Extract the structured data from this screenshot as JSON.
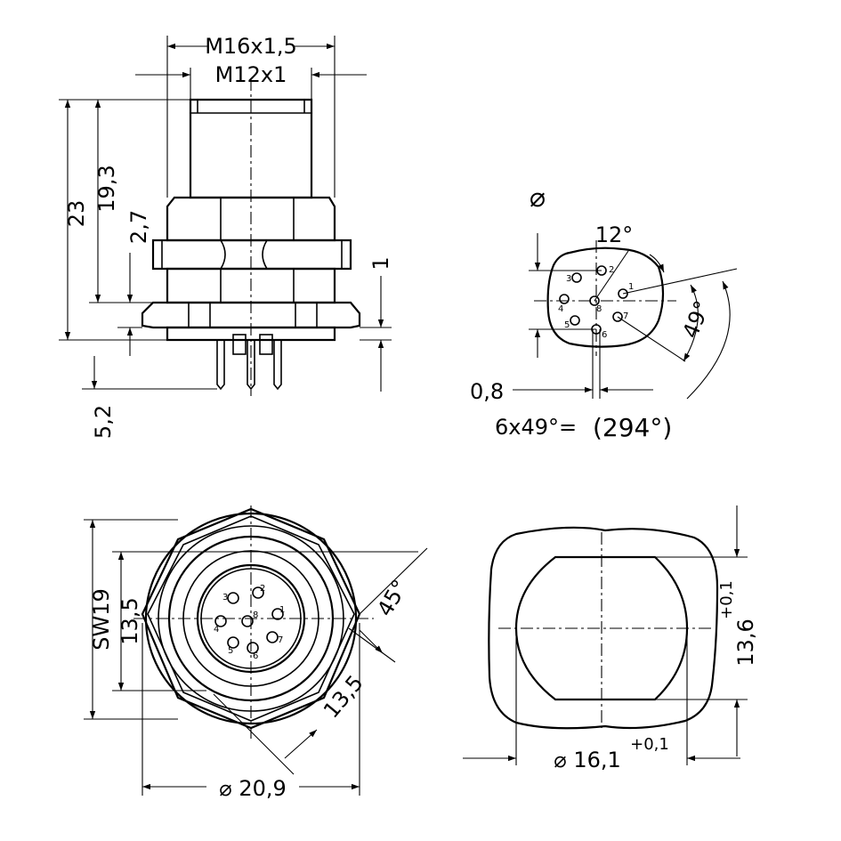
{
  "views": {
    "side": {
      "dims": {
        "thread_outer": "M16x1,5",
        "thread_inner": "M12x1",
        "height_total": "23",
        "height_body": "19,3",
        "flange": "2,7",
        "plate": "1",
        "pins": "5,2"
      }
    },
    "pin_layout": {
      "dims": {
        "diameter_symbol": "⌀",
        "angle_top": "12°",
        "angle_pitch": "49°",
        "pin_dia": "0,8",
        "formula": "6x49°=",
        "formula_result": "(294°)"
      },
      "pins": [
        "1",
        "2",
        "3",
        "4",
        "5",
        "6",
        "7",
        "8"
      ]
    },
    "front": {
      "dims": {
        "wrench": "SW19",
        "inner": "13,5",
        "angle": "45°",
        "diag": "13,5",
        "outer_dia": "⌀ 20,9"
      },
      "pins": [
        "1",
        "2",
        "3",
        "4",
        "5",
        "6",
        "7",
        "8"
      ]
    },
    "cutout": {
      "dims": {
        "height": "13,6",
        "height_tol": "+0,1",
        "dia": "⌀ 16,1",
        "dia_tol": "+0,1"
      }
    }
  }
}
